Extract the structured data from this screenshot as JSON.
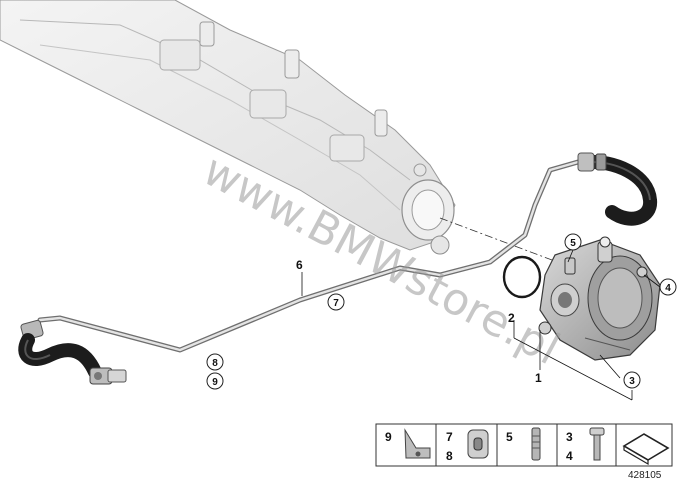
{
  "watermark": "www.BMWstore.pl",
  "callouts": {
    "c1": "1",
    "c2": "2",
    "c3": "3",
    "c4": "4",
    "c5": "5",
    "c6": "6",
    "c7": "7",
    "c8": "8",
    "c9": "9"
  },
  "legend": {
    "cells": [
      {
        "labels": [
          "9"
        ]
      },
      {
        "labels": [
          "7",
          "8"
        ]
      },
      {
        "labels": [
          "5"
        ]
      },
      {
        "labels": [
          "3",
          "4"
        ]
      },
      {
        "labels": []
      }
    ]
  },
  "diagram_id": "428105"
}
